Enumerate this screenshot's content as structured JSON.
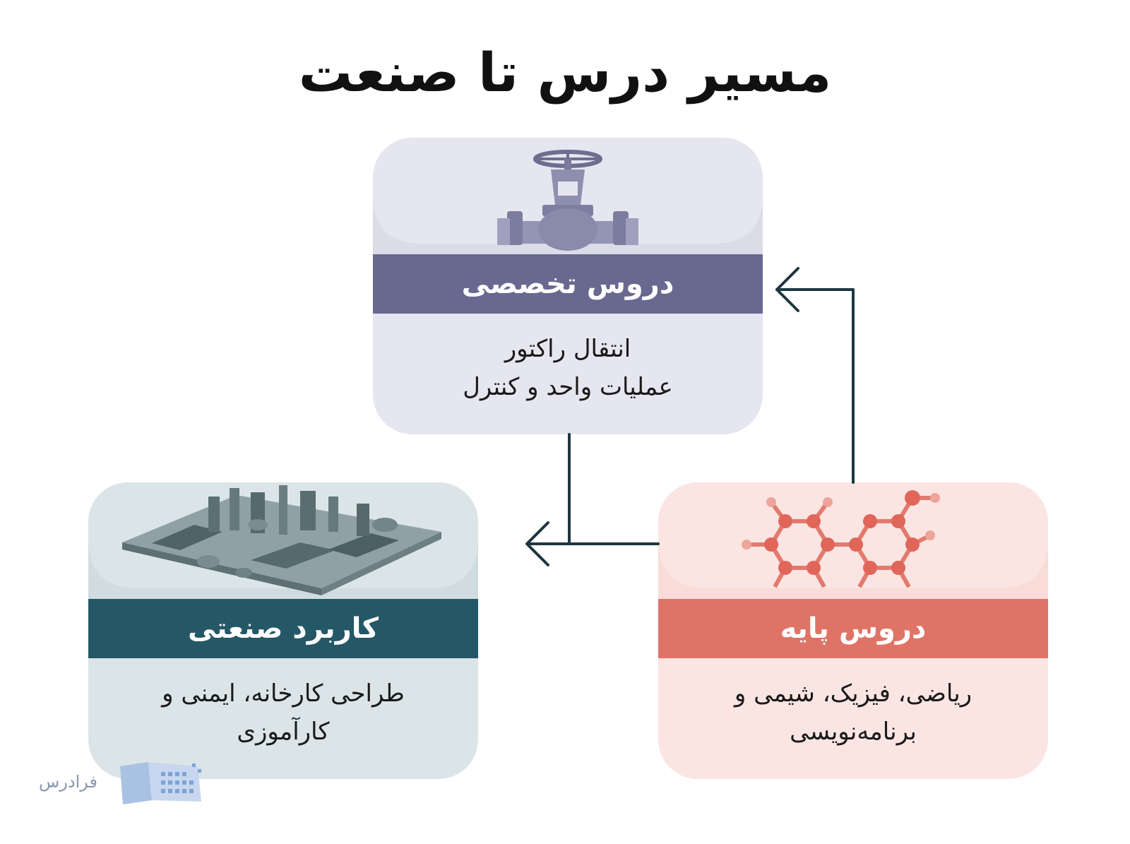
{
  "title": "مسیر درس تا صنعت",
  "colors": {
    "specialized_band": "#686890",
    "specialized_bg": "#e6e6f0",
    "industrial_band": "#245866",
    "industrial_bg": "#dbe5e7",
    "basic_band": "#df7466",
    "basic_bg": "#fbe5e2",
    "connector": "#1f3640"
  },
  "cards": {
    "specialized": {
      "icon": "valve-icon",
      "heading": "دروس تخصصی",
      "lines": [
        "انتقال راکتور",
        "عملیات واحد و کنترل"
      ]
    },
    "industrial": {
      "icon": "factory-icon",
      "heading": "کاربرد صنعتی",
      "lines": [
        "طراحی کارخانه، ایمنی و",
        "کارآموزی"
      ]
    },
    "basic": {
      "icon": "molecule-icon",
      "heading": "دروس پایه",
      "lines": [
        "ریاضی، فیزیک، شیمی و",
        "برنامه‌نویسی"
      ]
    }
  },
  "logo": {
    "text": "فرادرس",
    "icon": "book-logo-icon"
  }
}
